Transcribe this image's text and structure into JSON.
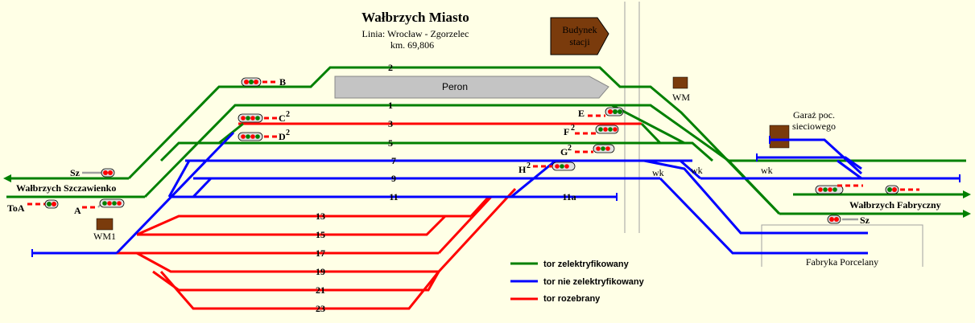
{
  "header": {
    "title": "Wałbrzych Miasto",
    "line": "Linia: Wrocław - Zgorzelec",
    "km": "km. 69,806"
  },
  "buildings": {
    "station": [
      "Budynek",
      "stacji"
    ],
    "wm": "WM",
    "wm1": "WM1",
    "garage": [
      "Garaż poc.",
      "sieciowego"
    ],
    "factory": "Fabryka Porcelany",
    "platform": "Peron"
  },
  "tracks": {
    "t2": "2",
    "t1": "1",
    "t3": "3",
    "t5": "5",
    "t7": "7",
    "t9": "9",
    "t11": "11",
    "t11a": "11a",
    "t13": "13",
    "t15": "15",
    "t17": "17",
    "t19": "19",
    "t21": "21",
    "t23": "23"
  },
  "signals": {
    "B": "B",
    "C": "C",
    "C_sup": "2",
    "D": "D",
    "D_sup": "2",
    "E": "E",
    "F": "F",
    "F_sup": "2",
    "G": "G",
    "G_sup": "2",
    "H": "H",
    "H_sup": "2",
    "A": "A",
    "ToA": "ToA",
    "Sz_left": "Sz",
    "Sz_right": "Sz"
  },
  "destinations": {
    "left": "Wałbrzych Szczawienko",
    "right": "Wałbrzych Fabryczny"
  },
  "wk": {
    "a": "wk",
    "b": "wk",
    "c": "wk"
  },
  "legend": [
    {
      "label": "tor zelektryfikowany",
      "color": "#008000"
    },
    {
      "label": "tor nie zelektryfikowany",
      "color": "#0000ff"
    },
    {
      "label": "tor rozebrany",
      "color": "#ff0000"
    }
  ],
  "colors": {
    "green": "#008000",
    "blue": "#0000ff",
    "red": "#ff0000",
    "brown": "#7a3b0c",
    "background": "#ffffe6"
  }
}
